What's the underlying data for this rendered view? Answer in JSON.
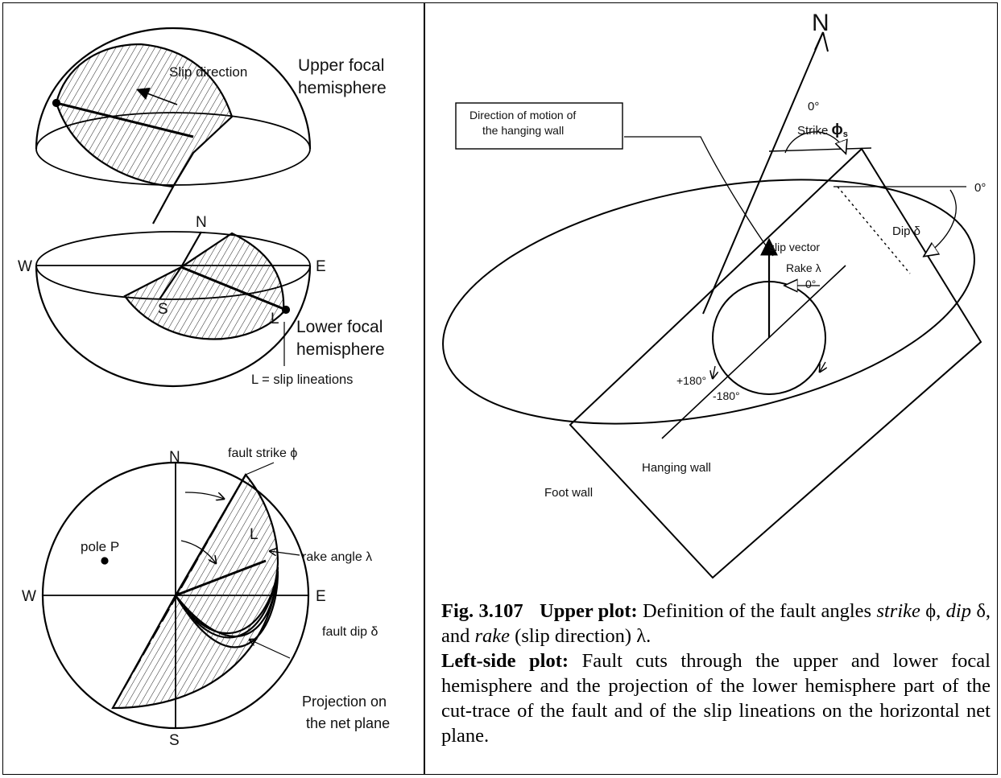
{
  "left_panel": {
    "upper_hemisphere": {
      "slip_direction": "Slip direction",
      "title_line1": "Upper focal",
      "title_line2": "hemisphere",
      "title_color": "#c00000"
    },
    "lower_hemisphere": {
      "N": "N",
      "S": "S",
      "W": "W",
      "E": "E",
      "L": "L",
      "title_line1": "Lower focal",
      "title_line2": "hemisphere",
      "title_color": "#1f78d1",
      "legend": "L = slip lineations"
    },
    "projection": {
      "N": "N",
      "S": "S",
      "W": "W",
      "E": "E",
      "L": "L",
      "pole": "pole P",
      "fault_strike": "fault strike ϕ",
      "rake_angle": "rake angle λ",
      "fault_dip": "fault dip δ",
      "title_line1": "Projection  on",
      "title_line2": "the net plane",
      "title_color": "#3a8a3a"
    }
  },
  "right_panel": {
    "N": "N",
    "zero_deg_top": "0°",
    "zero_deg_right": "0°",
    "zero_deg_rake": "0°",
    "strike": "Strike",
    "strike_symbol": "ϕ",
    "strike_sub": "s",
    "motion_box_line1": "Direction of motion of",
    "motion_box_line2": "the hanging wall",
    "dip": "Dip δ",
    "slip_vector": "slip vector",
    "rake": "Rake λ",
    "plus180": "+180°",
    "minus180": "-180°",
    "hanging_wall": "Hanging wall",
    "foot_wall": "Foot wall"
  },
  "caption": {
    "fig_number": "Fig. 3.107",
    "upper_title": "Upper plot:",
    "upper_text_1": "Definition of the fault angles",
    "strike_word": "strike",
    "strike_sym": "ϕ",
    "dip_word": "dip",
    "dip_sym": "δ",
    "rake_word": "rake",
    "upper_text_2": "(slip direction)",
    "rake_sym": "λ",
    "left_title": "Left-side plot:",
    "left_text": "Fault cuts through the upper and lower focal hemisphere and the projection of the lower hemisphere part of the cut-trace of the fault and of the slip lineations on the horizontal net plane."
  }
}
